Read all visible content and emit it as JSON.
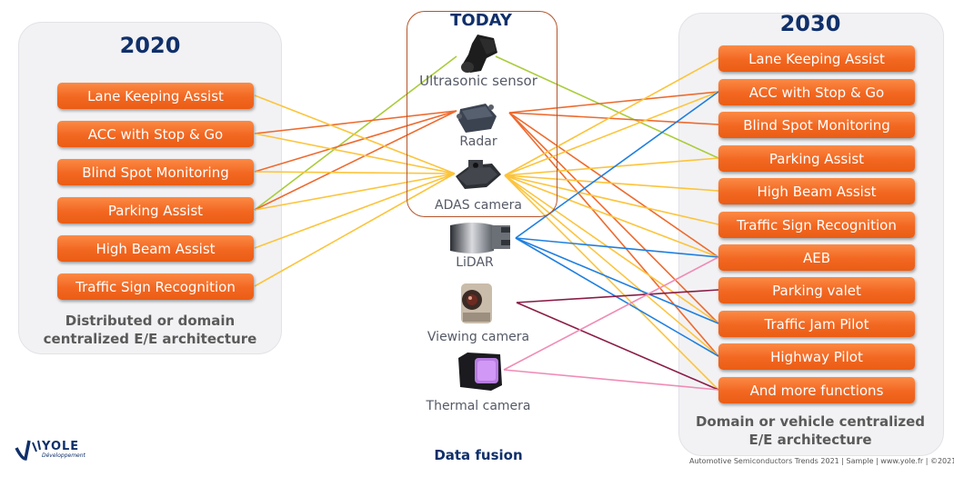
{
  "left_panel": {
    "year": "2020",
    "functions": [
      "Lane Keeping Assist",
      "ACC with Stop & Go",
      "Blind Spot Monitoring",
      "Parking Assist",
      "High Beam Assist",
      "Traffic Sign Recognition"
    ],
    "caption_line1": "Distributed or domain",
    "caption_line2": "centralized E/E architecture"
  },
  "center": {
    "title": "TODAY",
    "sensors": [
      "Ultrasonic sensor",
      "Radar",
      "ADAS camera",
      "LiDAR",
      "Viewing camera",
      "Thermal camera"
    ],
    "bottom_label": "Data fusion"
  },
  "right_panel": {
    "year": "2030",
    "functions": [
      "Lane Keeping Assist",
      "ACC with Stop & Go",
      "Blind Spot Monitoring",
      "Parking Assist",
      "High Beam Assist",
      "Traffic Sign Recognition",
      "AEB",
      "Parking valet",
      "Traffic Jam Pilot",
      "Highway Pilot",
      "And more functions"
    ],
    "caption_line1": "Domain or vehicle centralized",
    "caption_line2": "E/E architecture"
  },
  "colors": {
    "function_box": "#f26721",
    "title_blue": "#10306a",
    "ultrasonic": "#a9cc3a",
    "radar": "#ee6a2e",
    "adas_camera": "#fcc43c",
    "lidar": "#1f7fe0",
    "viewing_camera": "#8a1d47",
    "thermal_camera": "#f08cb6"
  },
  "links": {
    "left": [
      {
        "sensor": "ultrasonic",
        "functions": [
          3
        ]
      },
      {
        "sensor": "radar",
        "functions": [
          1,
          2,
          3
        ]
      },
      {
        "sensor": "adas_camera",
        "functions": [
          0,
          1,
          2,
          3,
          4,
          5
        ]
      }
    ],
    "right": [
      {
        "sensor": "ultrasonic",
        "functions": [
          3
        ]
      },
      {
        "sensor": "radar",
        "functions": [
          1,
          2,
          6,
          8,
          9
        ]
      },
      {
        "sensor": "adas_camera",
        "functions": [
          0,
          1,
          3,
          4,
          5,
          6,
          8,
          9,
          10
        ]
      },
      {
        "sensor": "lidar",
        "functions": [
          1,
          6,
          8,
          9
        ]
      },
      {
        "sensor": "viewing_camera",
        "functions": [
          7,
          10
        ]
      },
      {
        "sensor": "thermal_camera",
        "functions": [
          6,
          10
        ]
      }
    ]
  },
  "logo": {
    "name": "YOLE",
    "sub": "Développement"
  },
  "footer": "Automotive Semiconductors Trends 2021 | Sample | www.yole.fr | ©2021"
}
